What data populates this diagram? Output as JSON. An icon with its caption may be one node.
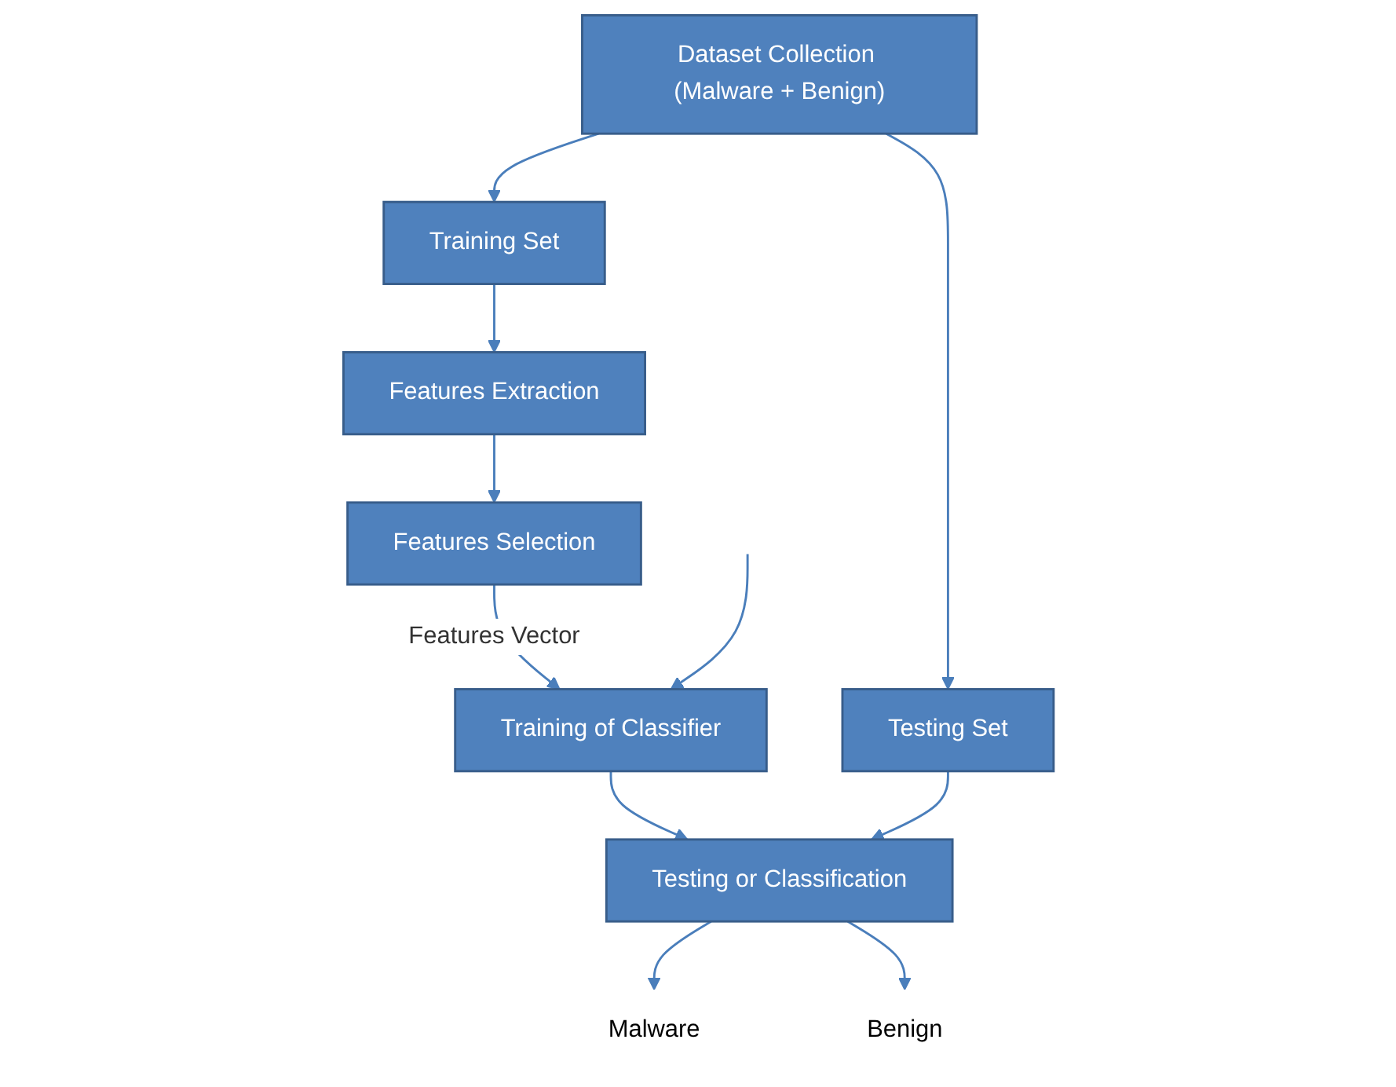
{
  "diagram": {
    "nodes": [
      {
        "text": [
          "Dataset Collection (Malware + Benign)"
        ]
      },
      {
        "text": [
          "Training Set"
        ]
      },
      {
        "text": [
          "Testing Set"
        ]
      },
      {
        "text": [
          "Features Extraction"
        ]
      },
      {
        "text": [
          "Features Selection"
        ]
      },
      {
        "text": [
          "Training of Classifier"
        ]
      },
      {
        "text": [
          "Testing or Classification"
        ]
      },
      {
        "text": [
          "Malware"
        ]
      },
      {
        "text": [
          "Benign"
        ]
      }
    ],
    "edges": [
      {
        "from": 0,
        "to": 1,
        "arrow": "to"
      },
      {
        "from": 0,
        "to": 2,
        "arrow": "to"
      },
      {
        "from": 1,
        "to": 3,
        "arrow": "to"
      },
      {
        "from": 3,
        "to": 4,
        "arrow": "to"
      },
      {
        "from": 4,
        "to": 5,
        "arrow": "to",
        "label": "Features Vector"
      },
      {
        "from": null,
        "to": 5,
        "arrow": "to"
      },
      {
        "from": 5,
        "to": 6,
        "arrow": "to"
      },
      {
        "from": 2,
        "to": 6,
        "arrow": "to"
      },
      {
        "from": 6,
        "to": 7,
        "arrow": "to"
      },
      {
        "from": 6,
        "to": 8,
        "arrow": "to"
      }
    ]
  }
}
